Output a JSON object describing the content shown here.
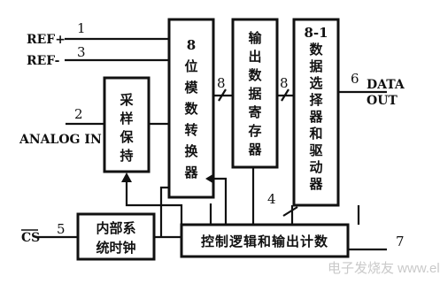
{
  "colors": {
    "ink": "#111111",
    "background": "#ffffff",
    "watermark": "#c9c9c9"
  },
  "blocks": {
    "sample_hold": [
      "采",
      "样",
      "保",
      "持"
    ],
    "adc": [
      "8",
      "位",
      "模",
      "数",
      "转",
      "换",
      "器"
    ],
    "output_register": [
      "输",
      "出",
      "数",
      "据",
      "寄",
      "存",
      "器"
    ],
    "mux_driver": [
      "8-1",
      "数",
      "据",
      "选",
      "择",
      "器",
      "和",
      "驱",
      "动",
      "器"
    ],
    "clock_line1": "内部系",
    "clock_line2": "统时钟",
    "control": "控制逻辑和输出计数"
  },
  "signals": {
    "ref_plus": "REF+",
    "ref_minus": "REF-",
    "analog_in": "ANALOG IN",
    "cs": "CS",
    "data_out_line1": "DATA",
    "data_out_line2": "OUT"
  },
  "pins": {
    "ref_plus": "1",
    "ref_minus": "3",
    "analog_in": "2",
    "cs": "5",
    "data_out": "6",
    "count": "7",
    "bus_adc": "8",
    "bus_register": "8",
    "ctrl_bus": "4"
  },
  "watermark": "电子发烧友 www.elecfans.com"
}
